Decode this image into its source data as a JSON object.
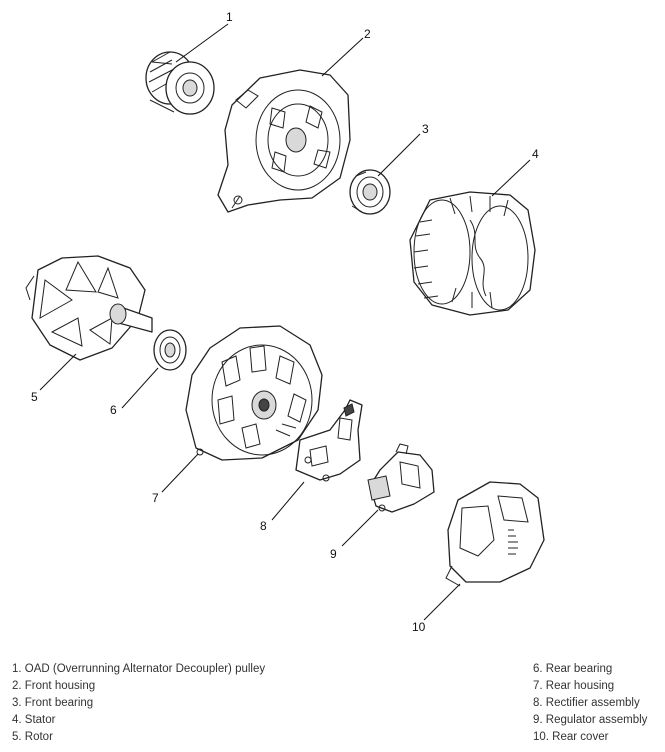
{
  "callouts": [
    {
      "id": "1",
      "text": "1"
    },
    {
      "id": "2",
      "text": "2"
    },
    {
      "id": "3",
      "text": "3"
    },
    {
      "id": "4",
      "text": "4"
    },
    {
      "id": "5",
      "text": "5"
    },
    {
      "id": "6",
      "text": "6"
    },
    {
      "id": "7",
      "text": "7"
    },
    {
      "id": "8",
      "text": "8"
    },
    {
      "id": "9",
      "text": "9"
    },
    {
      "id": "10",
      "text": "10"
    }
  ],
  "legend": {
    "left": [
      "1. OAD (Overrunning Alternator Decoupler) pulley",
      "2. Front housing",
      "3. Front bearing",
      "4. Stator",
      "5. Rotor"
    ],
    "right": [
      "6. Rear bearing",
      "7. Rear housing",
      "8. Rectifier assembly",
      "9. Regulator assembly",
      "10. Rear cover"
    ]
  }
}
